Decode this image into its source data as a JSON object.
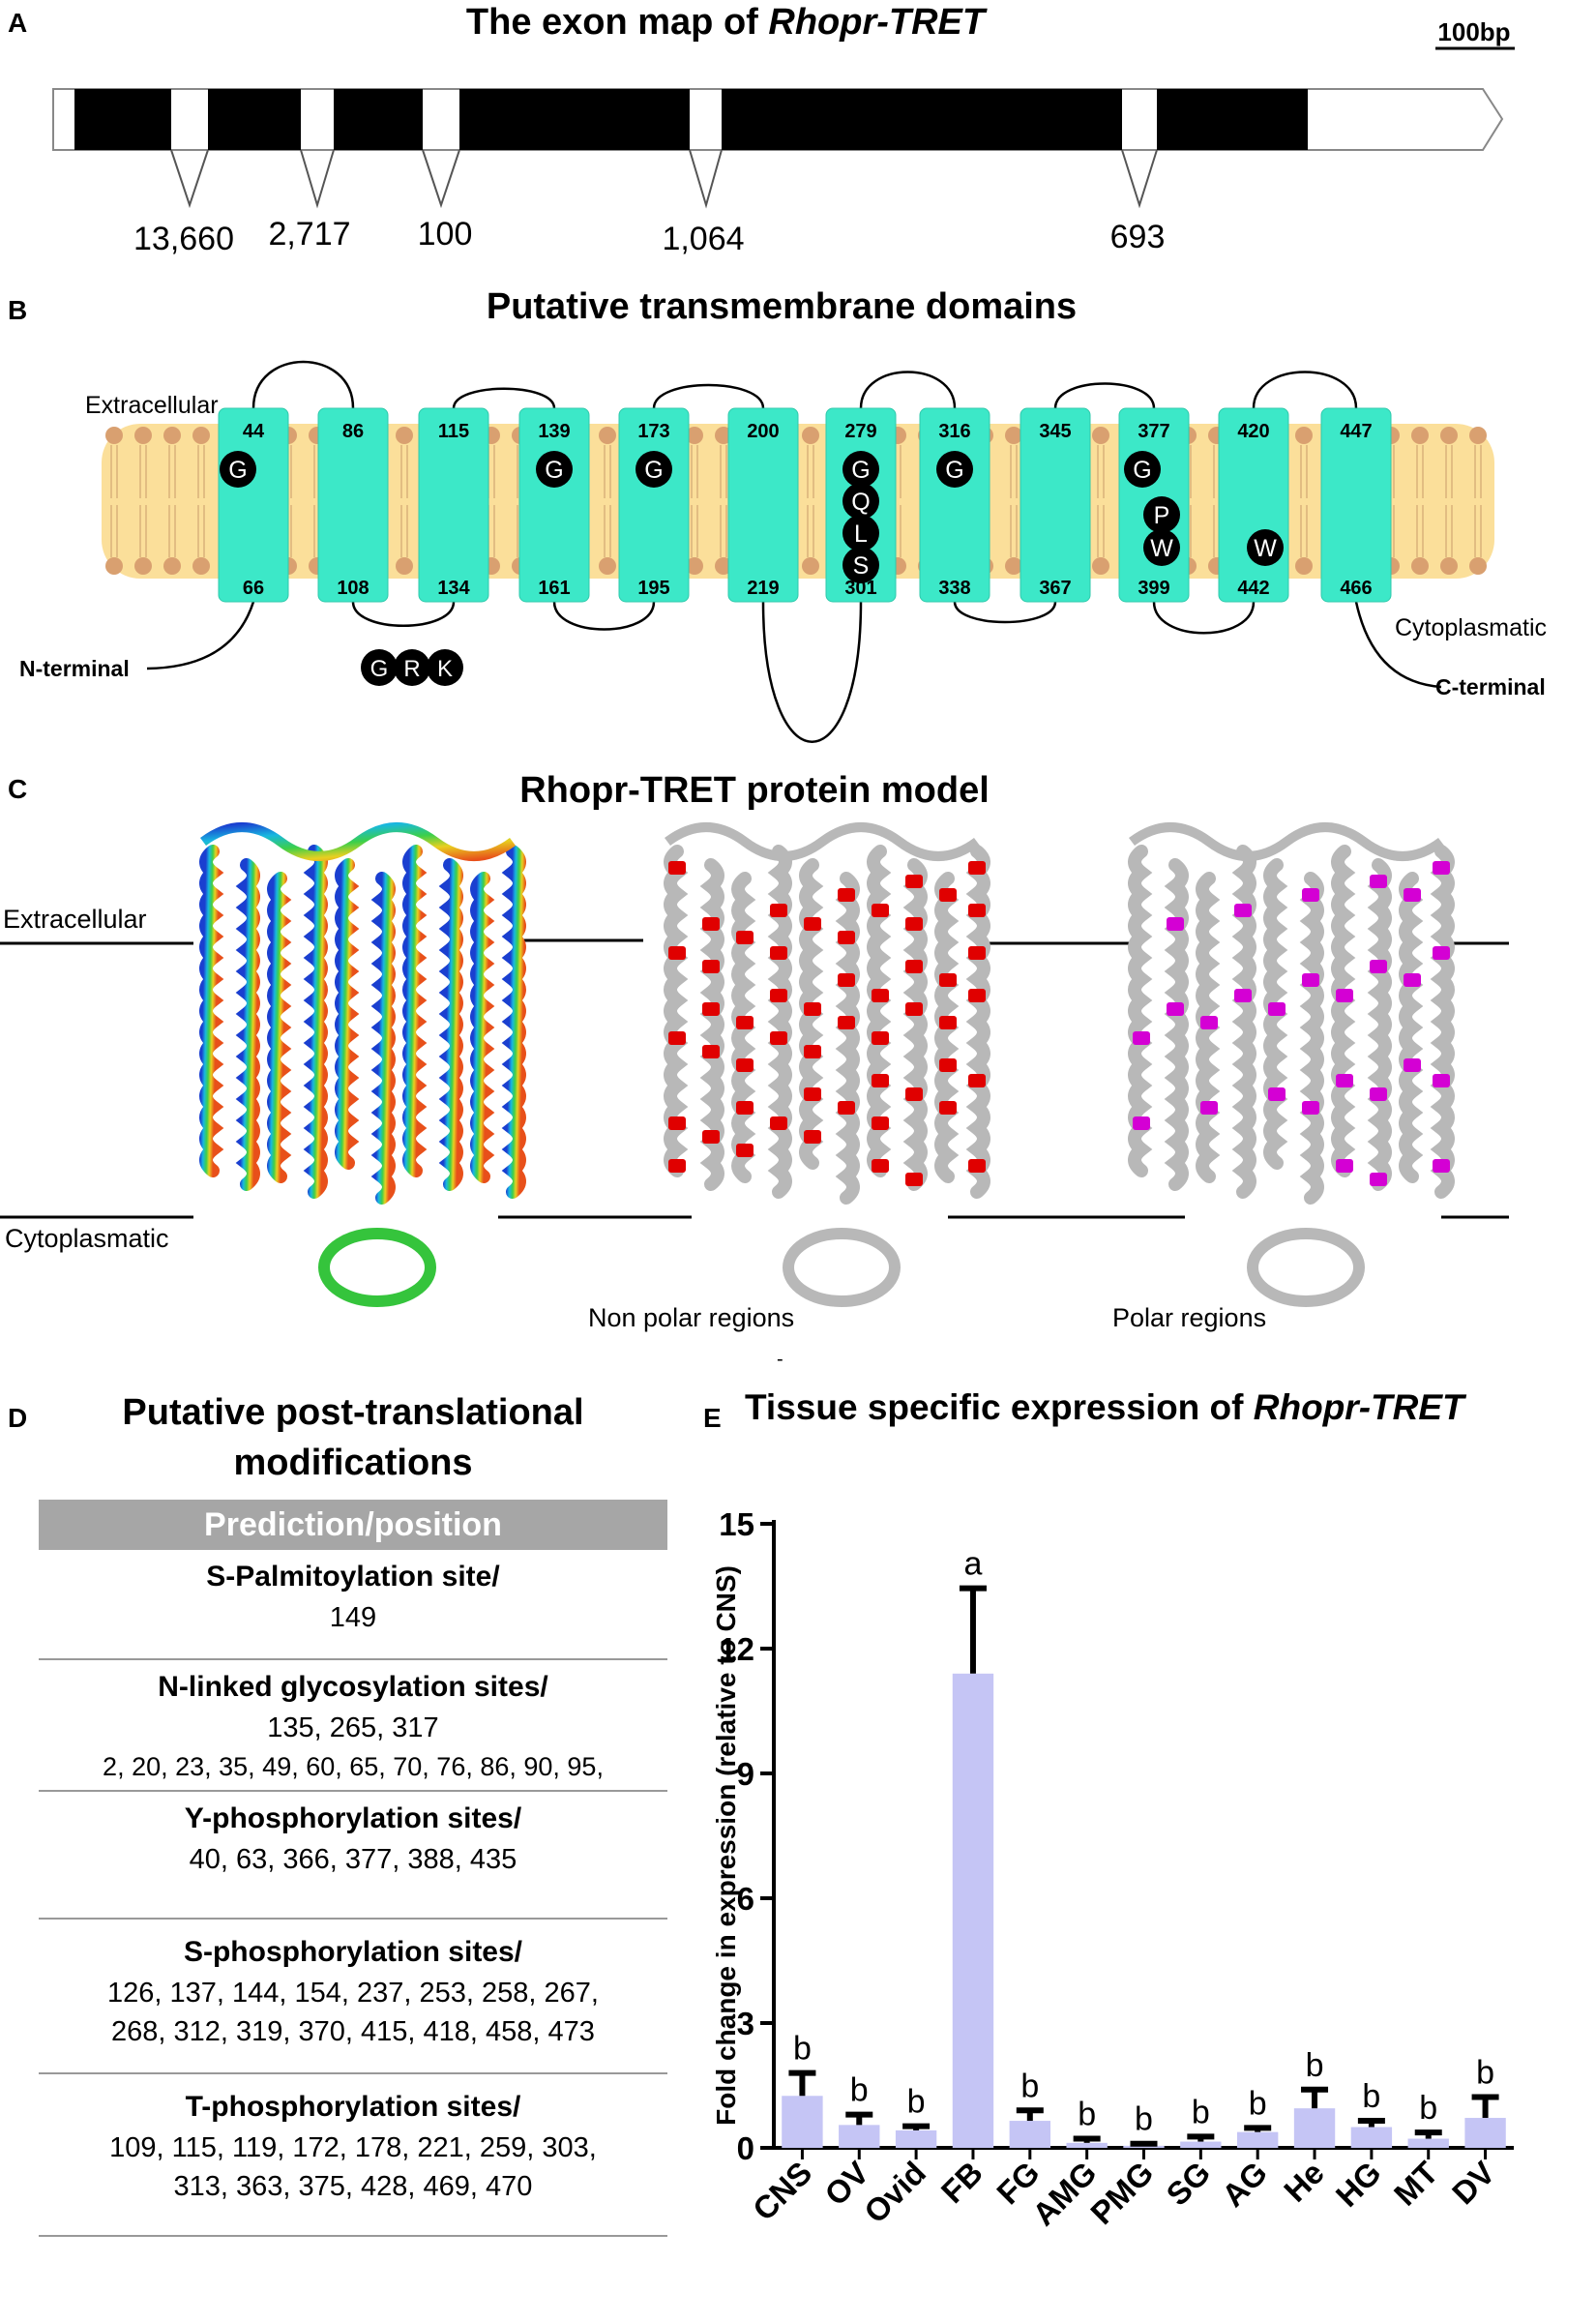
{
  "panelA": {
    "letter": "A",
    "title_plain": "The exon map of ",
    "title_italic": "Rhopr-TRET",
    "scale_label": "100bp",
    "intron_sizes": [
      "13,660",
      "2,717",
      "100",
      "1,064",
      "693"
    ]
  },
  "panelB": {
    "letter": "B",
    "title": "Putative transmembrane domains",
    "extracellular": "Extracellular",
    "cytoplasmatic": "Cytoplasmatic",
    "n_terminal": "N-terminal",
    "c_terminal": "C-terminal",
    "helices": [
      {
        "top": "44",
        "bottom": "66",
        "residues": [
          "G"
        ]
      },
      {
        "top": "86",
        "bottom": "108",
        "residues": []
      },
      {
        "top": "115",
        "bottom": "134",
        "residues": []
      },
      {
        "top": "139",
        "bottom": "161",
        "residues": [
          "G"
        ]
      },
      {
        "top": "173",
        "bottom": "195",
        "residues": [
          "G"
        ]
      },
      {
        "top": "200",
        "bottom": "219",
        "residues": []
      },
      {
        "top": "279",
        "bottom": "301",
        "residues": [
          "G",
          "Q",
          "L",
          "S"
        ]
      },
      {
        "top": "316",
        "bottom": "338",
        "residues": [
          "G"
        ]
      },
      {
        "top": "345",
        "bottom": "367",
        "residues": []
      },
      {
        "top": "377",
        "bottom": "399",
        "residues": [
          "G",
          "P",
          "W"
        ]
      },
      {
        "top": "420",
        "bottom": "442",
        "residues": [
          "W"
        ]
      },
      {
        "top": "447",
        "bottom": "466",
        "residues": []
      }
    ],
    "motif": [
      "G",
      "R",
      "K"
    ]
  },
  "panelC": {
    "letter": "C",
    "title": "Rhopr-TRET protein model",
    "extracellular": "Extracellular",
    "cytoplasmatic": "Cytoplasmatic",
    "nonpolar": "Non polar regions",
    "polar": "Polar regions",
    "dash": "-"
  },
  "panelD": {
    "letter": "D",
    "title_line1": "Putative post-translational",
    "title_line2": "modifications",
    "header": "Prediction/position",
    "rows": [
      {
        "title": "S-Palmitoylation site/",
        "lines": [
          "149"
        ]
      },
      {
        "title": "N-linked glycosylation sites/",
        "lines": [
          "135, 265, 317",
          "2, 20, 23, 35, 49, 60, 65, 70, 76, 86, 90, 95,"
        ]
      },
      {
        "title": "Y-phosphorylation sites/",
        "lines": [
          "40, 63, 366, 377, 388, 435"
        ]
      },
      {
        "title": "S-phosphorylation sites/",
        "lines": [
          "126, 137, 144, 154, 237, 253, 258, 267,",
          "268, 312, 319, 370, 415, 418, 458, 473"
        ]
      },
      {
        "title": "T-phosphorylation sites/",
        "lines": [
          "109, 115, 119, 172, 178, 221, 259, 303,",
          "313, 363, 375, 428, 469, 470"
        ]
      }
    ]
  },
  "panelE": {
    "letter": "E",
    "title_plain": "Tissue specific expression of ",
    "title_italic": "Rhopr-TRET"
  },
  "chart_data": {
    "type": "bar",
    "title": "Tissue specific expression of Rhopr-TRET",
    "ylabel": "Fold change in expression (relative to CNS)",
    "xlabel": "",
    "ylim": [
      0,
      15
    ],
    "yticks": [
      0,
      3,
      6,
      9,
      12,
      15
    ],
    "categories": [
      "CNS",
      "OV",
      "Ovid",
      "FB",
      "FG",
      "AMG",
      "PMG",
      "SG",
      "AG",
      "He",
      "HG",
      "MT",
      "DV"
    ],
    "values": [
      1.25,
      0.55,
      0.42,
      11.4,
      0.65,
      0.12,
      0.05,
      0.15,
      0.38,
      0.95,
      0.5,
      0.22,
      0.72
    ],
    "errors": [
      0.55,
      0.25,
      0.1,
      2.05,
      0.25,
      0.1,
      0.05,
      0.12,
      0.1,
      0.45,
      0.15,
      0.15,
      0.5
    ],
    "significance": [
      "b",
      "b",
      "b",
      "a",
      "b",
      "b",
      "b",
      "b",
      "b",
      "b",
      "b",
      "b",
      "b"
    ],
    "bar_color": "#c5c5f5",
    "error_color": "#000000",
    "grid": false
  }
}
